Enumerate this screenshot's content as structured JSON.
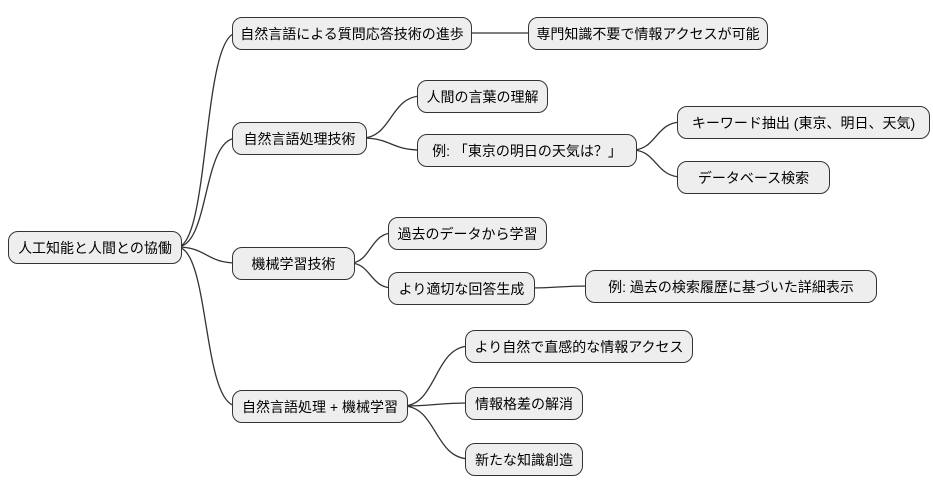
{
  "diagram": {
    "type": "mindmap",
    "background": "#ffffff",
    "node_fill": "#eeeeee",
    "node_border": "#333333",
    "link_color": "#333333",
    "root": {
      "label": "人工知能と人間との協働"
    },
    "nodes": {
      "n1": {
        "label": "自然言語による質問応答技術の進歩"
      },
      "n1_1": {
        "label": "専門知識不要で情報アクセスが可能"
      },
      "n2": {
        "label": "自然言語処理技術"
      },
      "n2_1": {
        "label": "人間の言葉の理解"
      },
      "n2_2": {
        "label": "例: 「東京の明日の天気は？」"
      },
      "n2_2_1": {
        "label": "キーワード抽出 (東京、明日、天気)"
      },
      "n2_2_2": {
        "label": "データベース検索"
      },
      "n3": {
        "label": "機械学習技術"
      },
      "n3_1": {
        "label": "過去のデータから学習"
      },
      "n3_2": {
        "label": "より適切な回答生成"
      },
      "n3_2_1": {
        "label": "例: 過去の検索履歴に基づいた詳細表示"
      },
      "n4": {
        "label": "自然言語処理 + 機械学習"
      },
      "n4_1": {
        "label": "より自然で直感的な情報アクセス"
      },
      "n4_2": {
        "label": "情報格差の解消"
      },
      "n4_3": {
        "label": "新たな知識創造"
      }
    }
  }
}
